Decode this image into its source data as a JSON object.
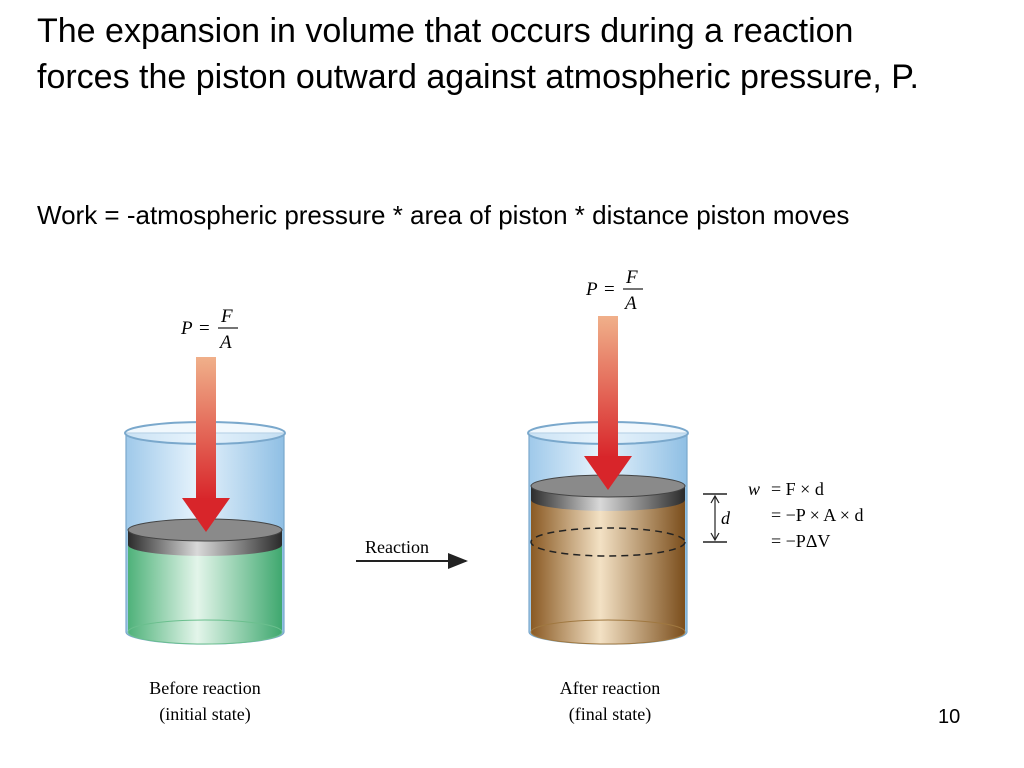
{
  "slide": {
    "title": "The expansion in volume that occurs during a reaction forces the piston outward against atmospheric pressure, P.",
    "subtitle": "Work = -atmospheric pressure * area of piston * distance piston moves",
    "page_number": "10"
  },
  "diagram": {
    "pressure_label": {
      "p": "P",
      "eq": "=",
      "numerator": "F",
      "denominator": "A"
    },
    "reaction_label": "Reaction",
    "before": {
      "caption_line1": "Before reaction",
      "caption_line2": "(initial state)"
    },
    "after": {
      "caption_line1": "After reaction",
      "caption_line2": "(final state)"
    },
    "distance_label": "d",
    "work_equations": {
      "w": "w",
      "line1": "= F × d",
      "line2": "= −P × A × d",
      "line3": "= −PΔV"
    },
    "colors": {
      "arrow": "#d8252a",
      "green_gas": "#5fbf86",
      "brown_gas": "#9a6a32",
      "glass": "#cfe6f7",
      "piston": "#3b3b3b"
    }
  }
}
